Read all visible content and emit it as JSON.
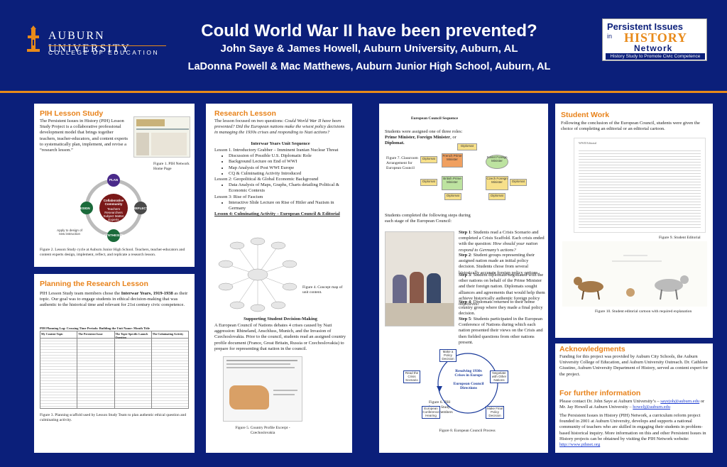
{
  "header": {
    "title": "Could World War II have been prevented?",
    "authors_line1": "John Saye & James Howell, Auburn University, Auburn, AL",
    "authors_line2": "LaDonna Powell & Mac Matthews, Auburn Junior High School, Auburn, AL",
    "left_logo": {
      "name": "AUBURN UNIVERSITY",
      "sub": "COLLEGE OF EDUCATION"
    },
    "right_logo": {
      "line1": "Persistent Issues",
      "line2a": "in",
      "line2": "HISTORY",
      "line3": "Network",
      "tagline": "History Study to Promote Civic Competence"
    }
  },
  "pih": {
    "title": "PIH Lesson Study",
    "text": "The Persistent Issues in History (PIH) Lesson Study Project is a collaborative professional development model that brings together teachers, teacher-educators, and content experts to systematically plan, implement, and revise a “research lesson.”",
    "fig1_caption": "Figure 1. PIH Network Home Page",
    "cycle_center": "Collaborative Community",
    "cycle_center_sub": "Teachers Researchers Subject Matter Experts",
    "cycle_nodes": [
      "PLAN",
      "DESIGN",
      "REFLECT",
      "SYNTHESIZE"
    ],
    "cycle_footer": "Apply to design of new instruction",
    "fig2_caption": "Figure 2. Lesson Study cycle at Auburn Junior High School. Teachers, teacher-educators and content experts design, implement, reflect, and replicate a research lesson."
  },
  "planning": {
    "title": "Planning the Research Lesson",
    "text_pre": "PIH Lesson Study team members chose the ",
    "text_bold": "Interwar Years, 1919-1938",
    "text_post": " as their topic. Our goal was to engage students in ethical decision-making that was authentic to the historical time and relevant for 21st century civic competence.",
    "table_title": "PIH Planning Log: Crossing Time Periods: Building the Unit        Name: Month Title",
    "table_headers": [
      "My Content Topic",
      "The Persistent Issue",
      "The Topic-Specific Launch Question",
      "The Culminating Activity"
    ],
    "fig3_caption": "Figure 3. Planning scaffold used by Lesson Study Team to plan authentic ethical question and culminating activity."
  },
  "research": {
    "title": "Research Lesson",
    "text_pre": "The lesson focused on two questions: ",
    "text_italic": "Could World War II have been prevented? Did the European nations make the wisest policy decisions in managing the 1930s crises and responding to Nazi actions?",
    "outline_title": "Interwar Years Unit Sequence",
    "lesson1": "Lesson 1. Introductory Grabber – Imminent Iranian Nuclear Threat",
    "lesson1_items": [
      "Discussion of Possible U.S. Diplomatic Role",
      "Background Lecture on End of WWI",
      "Map Analysis of Post WWI Europe",
      "CQ & Culminating Activity Introduced"
    ],
    "lesson2": "Lesson 2: Geopolitical & Global Economic Background",
    "lesson2_items": [
      "Data Analysis of Maps, Graphs, Charts detailing Political & Economic Contexts"
    ],
    "lesson3": "Lesson 3: Rise of Fascism",
    "lesson3_items": [
      "Interactive Slide Lecture on Rise of Hitler and Nazism in Germany"
    ],
    "lesson4": "Lesson 4: Culminating Activity – European Council & Editorial",
    "fig4_caption": "Figure 4. Concept map of unit content.",
    "support_title": "Supporting Student Decision-Making",
    "support_text": "A European Council of Nations debates 4 crises caused by Nazi aggression: Rhineland, Anschluss, Munich, and the Invasion of Czechoslovakia. Prior to the council, students read an assigned country profile document (France, Great Britain, Russia or Czechoslovakia) to prepare for representing that nation in the council.",
    "fig5_caption": "Figure 5. Country Profile Excerpt - Czechoslovakia"
  },
  "council": {
    "seq_title": "European Council Sequence",
    "roles_pre": "Students were assigned one of three roles: ",
    "roles_bold": "Prime Minister, Foreign Minister",
    "roles_mid": ", or ",
    "roles_bold2": "Diplomat.",
    "fig7_caption": "Figure 7. Classroom Arrangement for European Council",
    "diagram_labels": [
      "Diplomat",
      "French Prime Minister",
      "Soviet Foreign Minister",
      "British Prime Minister",
      "Czech Foreign Minister",
      "Diplomat",
      "Diplomat",
      "Diplomat",
      "Diplomat",
      "Diplomat"
    ],
    "steps_intro": "Students completed the following steps during each stage of the European Council:",
    "step1_b": "Step 1",
    "step1": ": Students read a Crisis Scenario and completed a Crisis Scaffold. Each crisis ended with the question: ",
    "step1_i": "How should your nation respond to Germany’s actions?",
    "step2_b": "Step 2",
    "step2": ": Student groups representing their assigned nation made an initial policy decision. Students chose from several historically accurate foreign policy options.",
    "step3_b": "Step 3",
    "step3": ": Student diplomats negotiated with the other nations on behalf of the Prime Minister and their foreign nation. Diplomats sought alliances and agreements that would help them achieve historically authentic foreign policy objectives.",
    "step4_b": "Step 4",
    "step4": ": Diplomats returned to their home country group where they made a final policy decision.",
    "step5_b": "Step 5",
    "step5": ": Students participated in the European Conference of Nations during which each nation presented their views on the Crisis and then fielded questions from other nations present.",
    "fig6_caption": "Figure 6. PIH Lesson Study Team members",
    "cycle_center1": "Resolving 1930s Crises in Europe",
    "cycle_center2": "European Council Directions",
    "cycle_nodes": [
      "Make a Policy Decision",
      "Negotiate with Other Nations",
      "Make Final Policy Decision",
      "European Conference Hearing",
      "Read the Crisis Scenario"
    ],
    "fig8_caption": "Figure 8. European Council Process"
  },
  "student_work": {
    "title": "Student Work",
    "text": "Following the conclusion of the European Council, students were given the choice of completing an editorial or an editorial cartoon.",
    "editorial_heading": "WWII Editorial",
    "fig9_caption": "Figure 9. Student Editorial",
    "fig10_caption": "Figure 10. Student editorial cartoon with required explanation"
  },
  "ack": {
    "title": "Acknowledgments",
    "text": "Funding for this project was provided by Auburn City Schools, the Auburn University College of Education, and Auburn University Outreach. Dr. Cathleen Giustino, Auburn University Department of History, served as content expert for the project."
  },
  "info": {
    "title": "For further information",
    "contact_pre": "Please contact Dr. John Saye at Auburn University’s – ",
    "email1": "sayejoh@auburn.edu",
    "contact_mid": " or Mr. Jay Howell at Auburn University – ",
    "email2": "howelj@auburn.edu",
    "about": "The Persistent Issues in History (PIH) Network, a curriculum reform project founded in 2001 at Auburn University, develops and supports a national community of teachers who are skilled in engaging their students in problem-based historical inquiry. More information on this and other Persistent Issues in History projects can be obtained by visiting the PIH Network website:",
    "website": "http://www.pihnet.org"
  },
  "colors": {
    "navy": "#0b1f7a",
    "orange": "#e8821a"
  }
}
